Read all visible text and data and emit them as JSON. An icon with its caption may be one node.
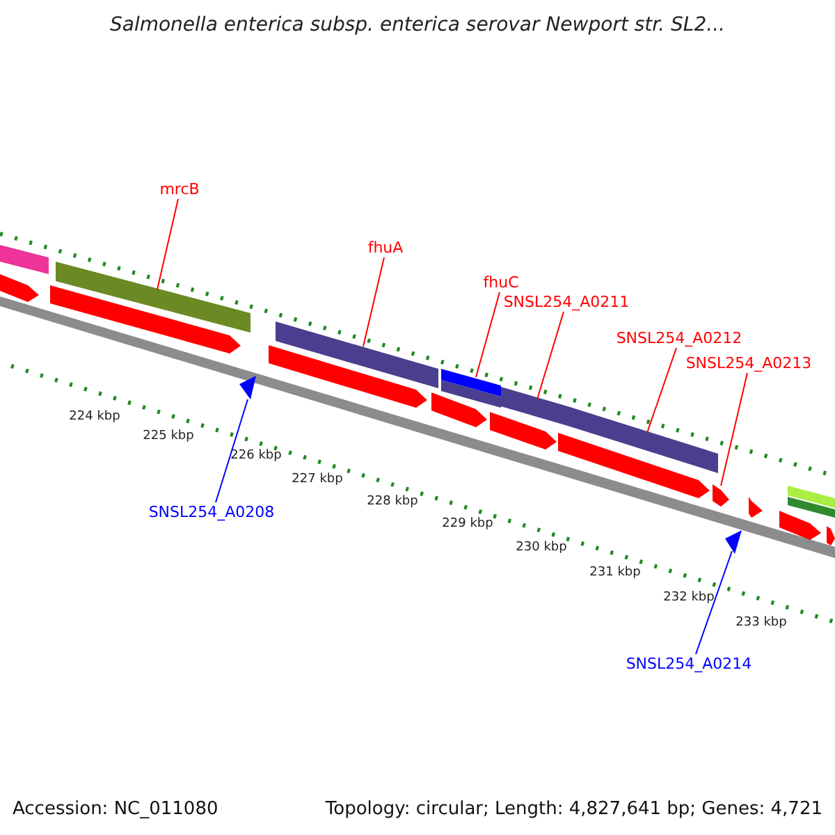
{
  "diagram": {
    "title": "Salmonella enterica subsp. enterica serovar Newport str. SL2...",
    "nodes": [
      {
        "text": [
          "mrcB"
        ]
      },
      {
        "text": [
          "fhuA"
        ]
      },
      {
        "text": [
          "fhuC"
        ]
      },
      {
        "text": [
          "SNSL254_A0211"
        ]
      },
      {
        "text": [
          "SNSL254_A0212"
        ]
      },
      {
        "text": [
          "SNSL254_A0213"
        ]
      },
      {
        "text": [
          "SNSL254_A0208"
        ]
      },
      {
        "text": [
          "SNSL254_A0214"
        ]
      },
      {
        "text": [],
        "shape": "bar"
      },
      {
        "text": [],
        "shape": "triangle"
      },
      {
        "text": [],
        "shape": "bar"
      },
      {
        "text": [],
        "shape": "bar"
      },
      {
        "text": [],
        "shape": "bar"
      },
      {
        "text": [],
        "shape": "bar"
      },
      {
        "text": [],
        "shape": "arrow"
      },
      {
        "text": [],
        "shape": "triangle"
      },
      {
        "text": [],
        "shape": "bar"
      },
      {
        "text": [],
        "shape": "arrow"
      },
      {
        "text": [],
        "shape": "arrow"
      },
      {
        "text": [],
        "shape": "arrow"
      },
      {
        "text": [],
        "shape": "bar"
      },
      {
        "text": [],
        "shape": "arrow"
      },
      {
        "text": [],
        "shape": "arrow"
      },
      {
        "text": [],
        "shape": "arrow"
      },
      {
        "text": [],
        "shape": "arrow"
      },
      {
        "text": [],
        "shape": "bar"
      },
      {
        "text": [],
        "shape": "bar"
      },
      {
        "text": [],
        "shape": "arrow"
      },
      {
        "text": [],
        "shape": "arrow"
      }
    ],
    "edges": [
      {
        "from": 0,
        "to": 8,
        "arrow": "none"
      },
      {
        "from": 1,
        "to": 10,
        "arrow": "none"
      },
      {
        "from": 2,
        "to": 11,
        "arrow": "none"
      },
      {
        "from": 3,
        "to": 12,
        "arrow": "none"
      },
      {
        "from": 4,
        "to": 13,
        "arrow": "none"
      },
      {
        "from": 5,
        "to": 14,
        "arrow": "none"
      },
      {
        "from": 6,
        "to": 9,
        "arrow": "none",
        "color": "#0000ff"
      },
      {
        "from": 7,
        "to": 15,
        "arrow": "none",
        "color": "#0000ff"
      }
    ],
    "labels": [
      "224 kbp",
      "225 kbp",
      "226 kbp",
      "227 kbp",
      "228 kbp",
      "229 kbp",
      "230 kbp",
      "231 kbp",
      "232 kbp",
      "233 kbp",
      "Accession: NC_011080",
      "Topology: circular; Length: 4,827,641 bp; Genes: 4,721"
    ]
  }
}
